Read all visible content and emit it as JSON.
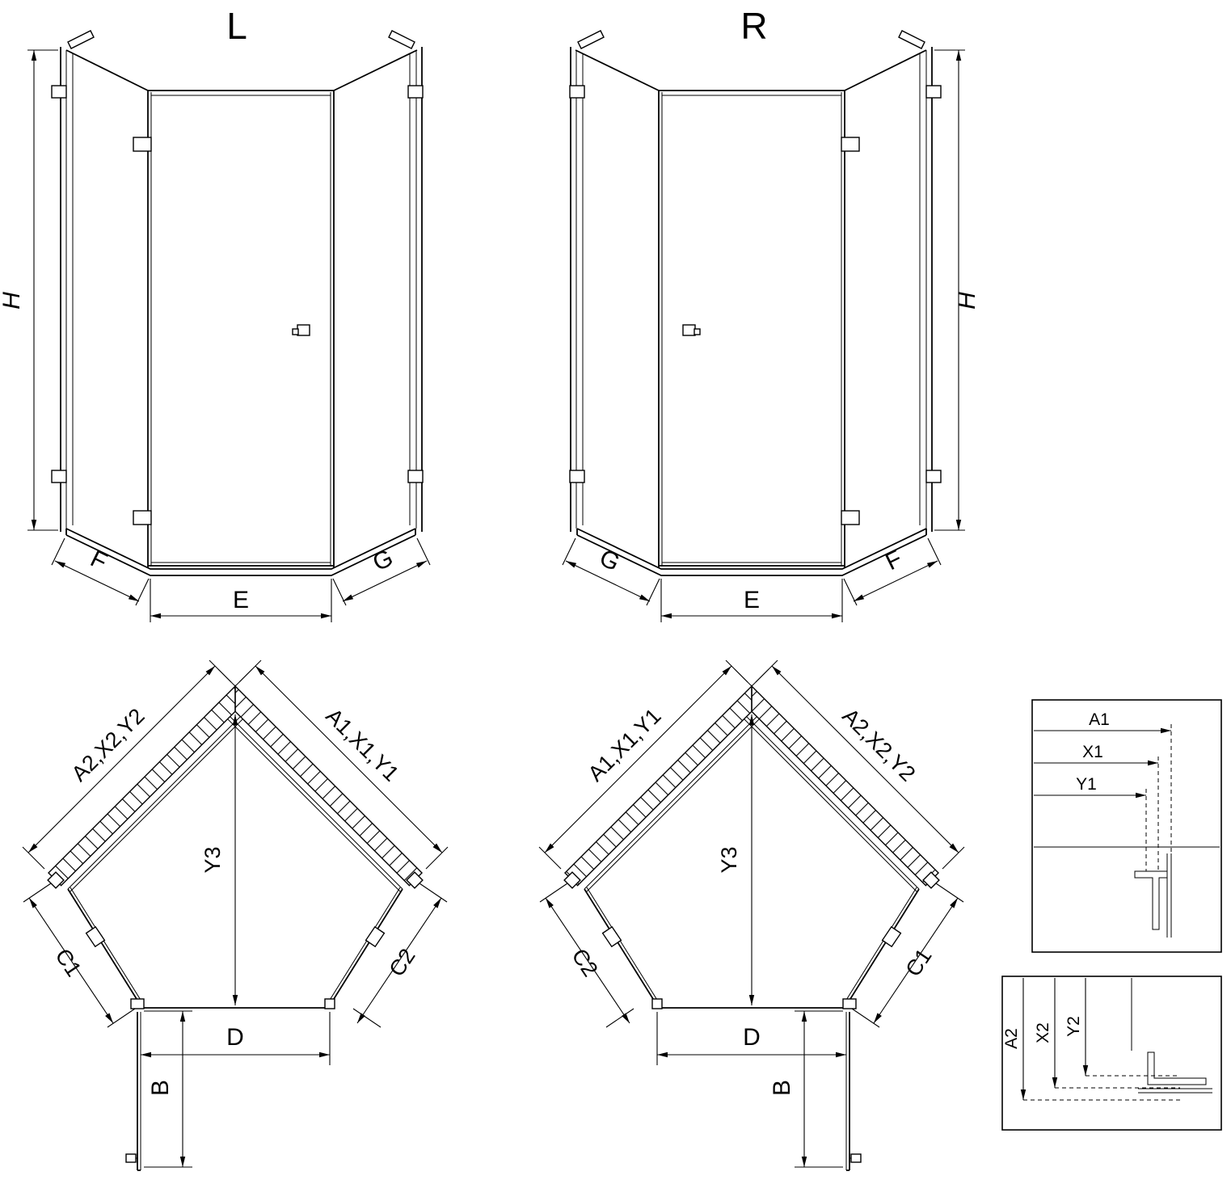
{
  "diagram": {
    "variant_left": {
      "title": "L"
    },
    "variant_right": {
      "title": "R"
    },
    "elevation_left": {
      "h": "H",
      "f": "F",
      "e": "E",
      "g": "G"
    },
    "elevation_right": {
      "h": "H",
      "g": "G",
      "e": "E",
      "f": "F"
    },
    "plan_left": {
      "wall_left": "A2,X2,Y2",
      "wall_right": "A1,X1,Y1",
      "y3": "Y3",
      "c_left": "C1",
      "c_right": "C2",
      "d": "D",
      "b": "B"
    },
    "plan_right": {
      "wall_left": "A1,X1,Y1",
      "wall_right": "A2,X2,Y2",
      "y3": "Y3",
      "c_left": "C2",
      "c_right": "C1",
      "d": "D",
      "b": "B"
    },
    "detail_top": {
      "labels": [
        "A1",
        "X1",
        "Y1"
      ]
    },
    "detail_bottom": {
      "labels": [
        "A2",
        "X2",
        "Y2"
      ]
    }
  }
}
